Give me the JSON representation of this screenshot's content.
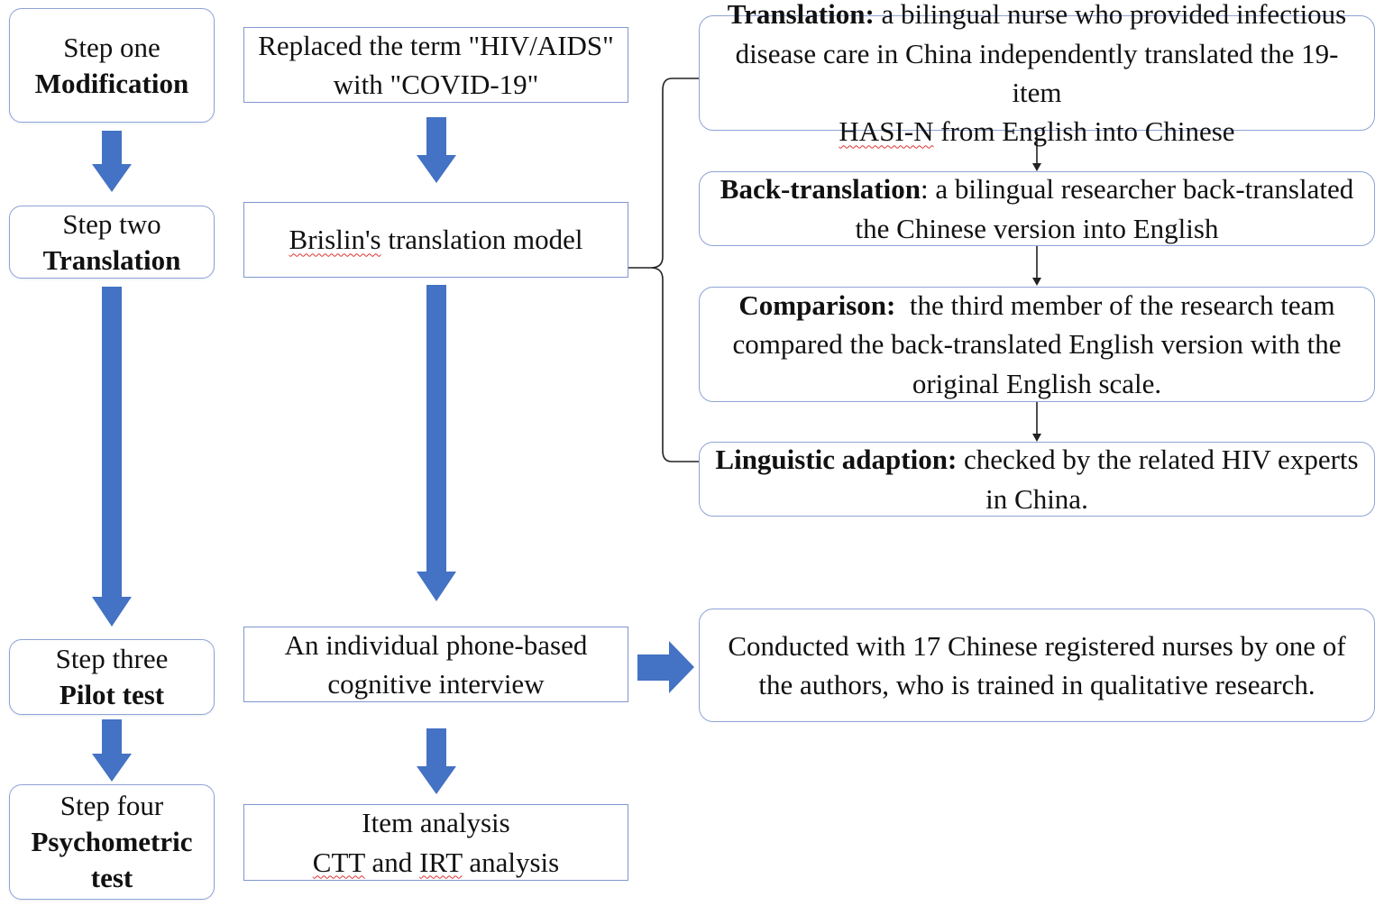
{
  "steps": [
    {
      "line1": "Step one",
      "line2": "Modification",
      "line3": ""
    },
    {
      "line1": "Step two",
      "line2": "Translation",
      "line3": ""
    },
    {
      "line1": "Step three",
      "line2": "Pilot test",
      "line3": ""
    },
    {
      "line1": "Step four",
      "line2": "Psychometric",
      "line3": "test"
    }
  ],
  "middle": {
    "modification": {
      "line1": "Replaced the term \"HIV/AIDS\"",
      "line2": "with \"COVID-19\""
    },
    "translation": {
      "prefix": "",
      "underlined": "Brislin's",
      "suffix": " translation model"
    },
    "pilot": {
      "line1": "An individual phone-based",
      "line2": "cognitive interview"
    },
    "psychometric": {
      "line1": "Item analysis",
      "line2_underlined": "CTT",
      "line2_mid": " and ",
      "line2_underlined2": "IRT",
      "line2_end": " analysis"
    }
  },
  "brislin": [
    {
      "head": "Translation:",
      "text1": " a bilingual nurse who provided infectious",
      "text2": "disease care in China independently translated the 19-item",
      "text3_underlined": "HASI-N",
      "text3_end": " from English into Chinese"
    },
    {
      "head": "Back-translation",
      "text1": ": a bilingual researcher back-translated",
      "text2": "the Chinese version into English"
    },
    {
      "head": "Comparison:",
      "text1": "  the third member of the research team",
      "text2": "compared the back-translated English version with the",
      "text3": "original English scale."
    },
    {
      "head": "Linguistic adaption:",
      "text1": " checked by the related HIV experts",
      "text2": "in China."
    }
  ],
  "pilot_detail": {
    "line1": "Conducted with 17 Chinese registered nurses by one of",
    "line2": "the authors, who is trained in qualitative research."
  },
  "colors": {
    "arrow": "#4472c4",
    "box_border": "#8ea3d6"
  }
}
